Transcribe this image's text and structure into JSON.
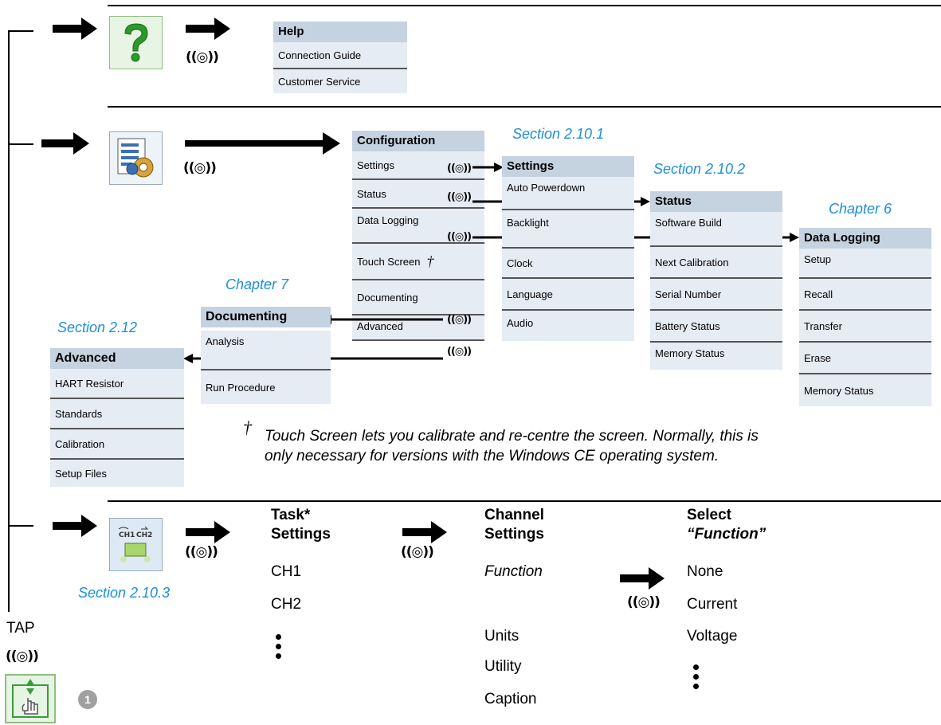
{
  "help": {
    "title": "Help",
    "items": [
      "Connection Guide",
      "Customer Service"
    ]
  },
  "configuration": {
    "title": "Configuration",
    "items": [
      "Settings",
      "Status",
      "Data Logging",
      "Touch Screen",
      "Documenting",
      "Advanced"
    ],
    "touch_mark": "†"
  },
  "settings": {
    "section": "Section 2.10.1",
    "title": "Settings",
    "items": [
      "Auto Powerdown",
      "Backlight",
      "Clock",
      "Language",
      "Audio"
    ]
  },
  "status": {
    "section": "Section 2.10.2",
    "title": "Status",
    "items": [
      "Software Build",
      "Next Calibration",
      "Serial Number",
      "Battery Status",
      "Memory Status"
    ]
  },
  "data_logging": {
    "section": "Chapter 6",
    "title": "Data Logging",
    "items": [
      "Setup",
      "Recall",
      "Transfer",
      "Erase",
      "Memory Status"
    ]
  },
  "documenting": {
    "section": "Chapter 7",
    "title": "Documenting",
    "items": [
      "Analysis",
      "Run Procedure"
    ]
  },
  "advanced": {
    "section": "Section 2.12",
    "title": "Advanced",
    "items": [
      "HART Resistor",
      "Standards",
      "Calibration",
      "Setup Files"
    ]
  },
  "footnote": {
    "mark": "†",
    "line1": "Touch Screen lets you calibrate and re-centre the screen. Normally, this is",
    "line2": "only necessary for versions with the Windows CE operating system."
  },
  "task": {
    "section": "Section 2.10.3",
    "title1": "Task*",
    "title2": "Settings",
    "items": [
      "CH1",
      "CH2"
    ]
  },
  "channel": {
    "title1": "Channel",
    "title2": "Settings",
    "function_label": "Function",
    "items": [
      "Units",
      "Utility",
      "Caption"
    ]
  },
  "select": {
    "title1": "Select",
    "title2": "“Function”",
    "items": [
      "None",
      "Current",
      "Voltage"
    ]
  },
  "tap": {
    "label": "TAP",
    "symbol": "((◎))",
    "badge": "1"
  },
  "colors": {
    "caption_blue": "#1e8fd6",
    "menu_title_bg": "#c5d2e0",
    "menu_item_bg": "#e6ecf3"
  },
  "icons": [
    "help-icon",
    "settings-gear-icon",
    "task-settings-icon",
    "tap-icon",
    "hand-pointer-icon"
  ]
}
